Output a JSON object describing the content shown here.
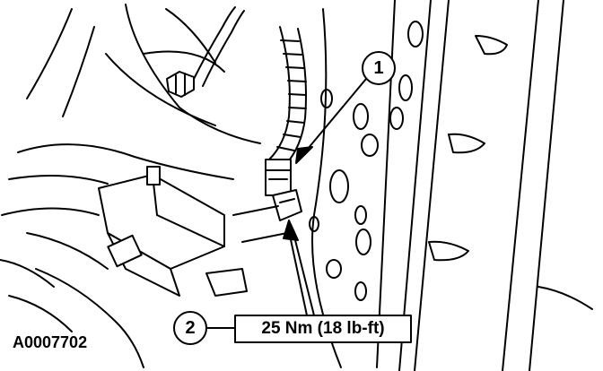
{
  "figure": {
    "id": "A0007702",
    "callouts": [
      {
        "number": "1"
      },
      {
        "number": "2",
        "label": "25 Nm (18 lb-ft)"
      }
    ]
  }
}
